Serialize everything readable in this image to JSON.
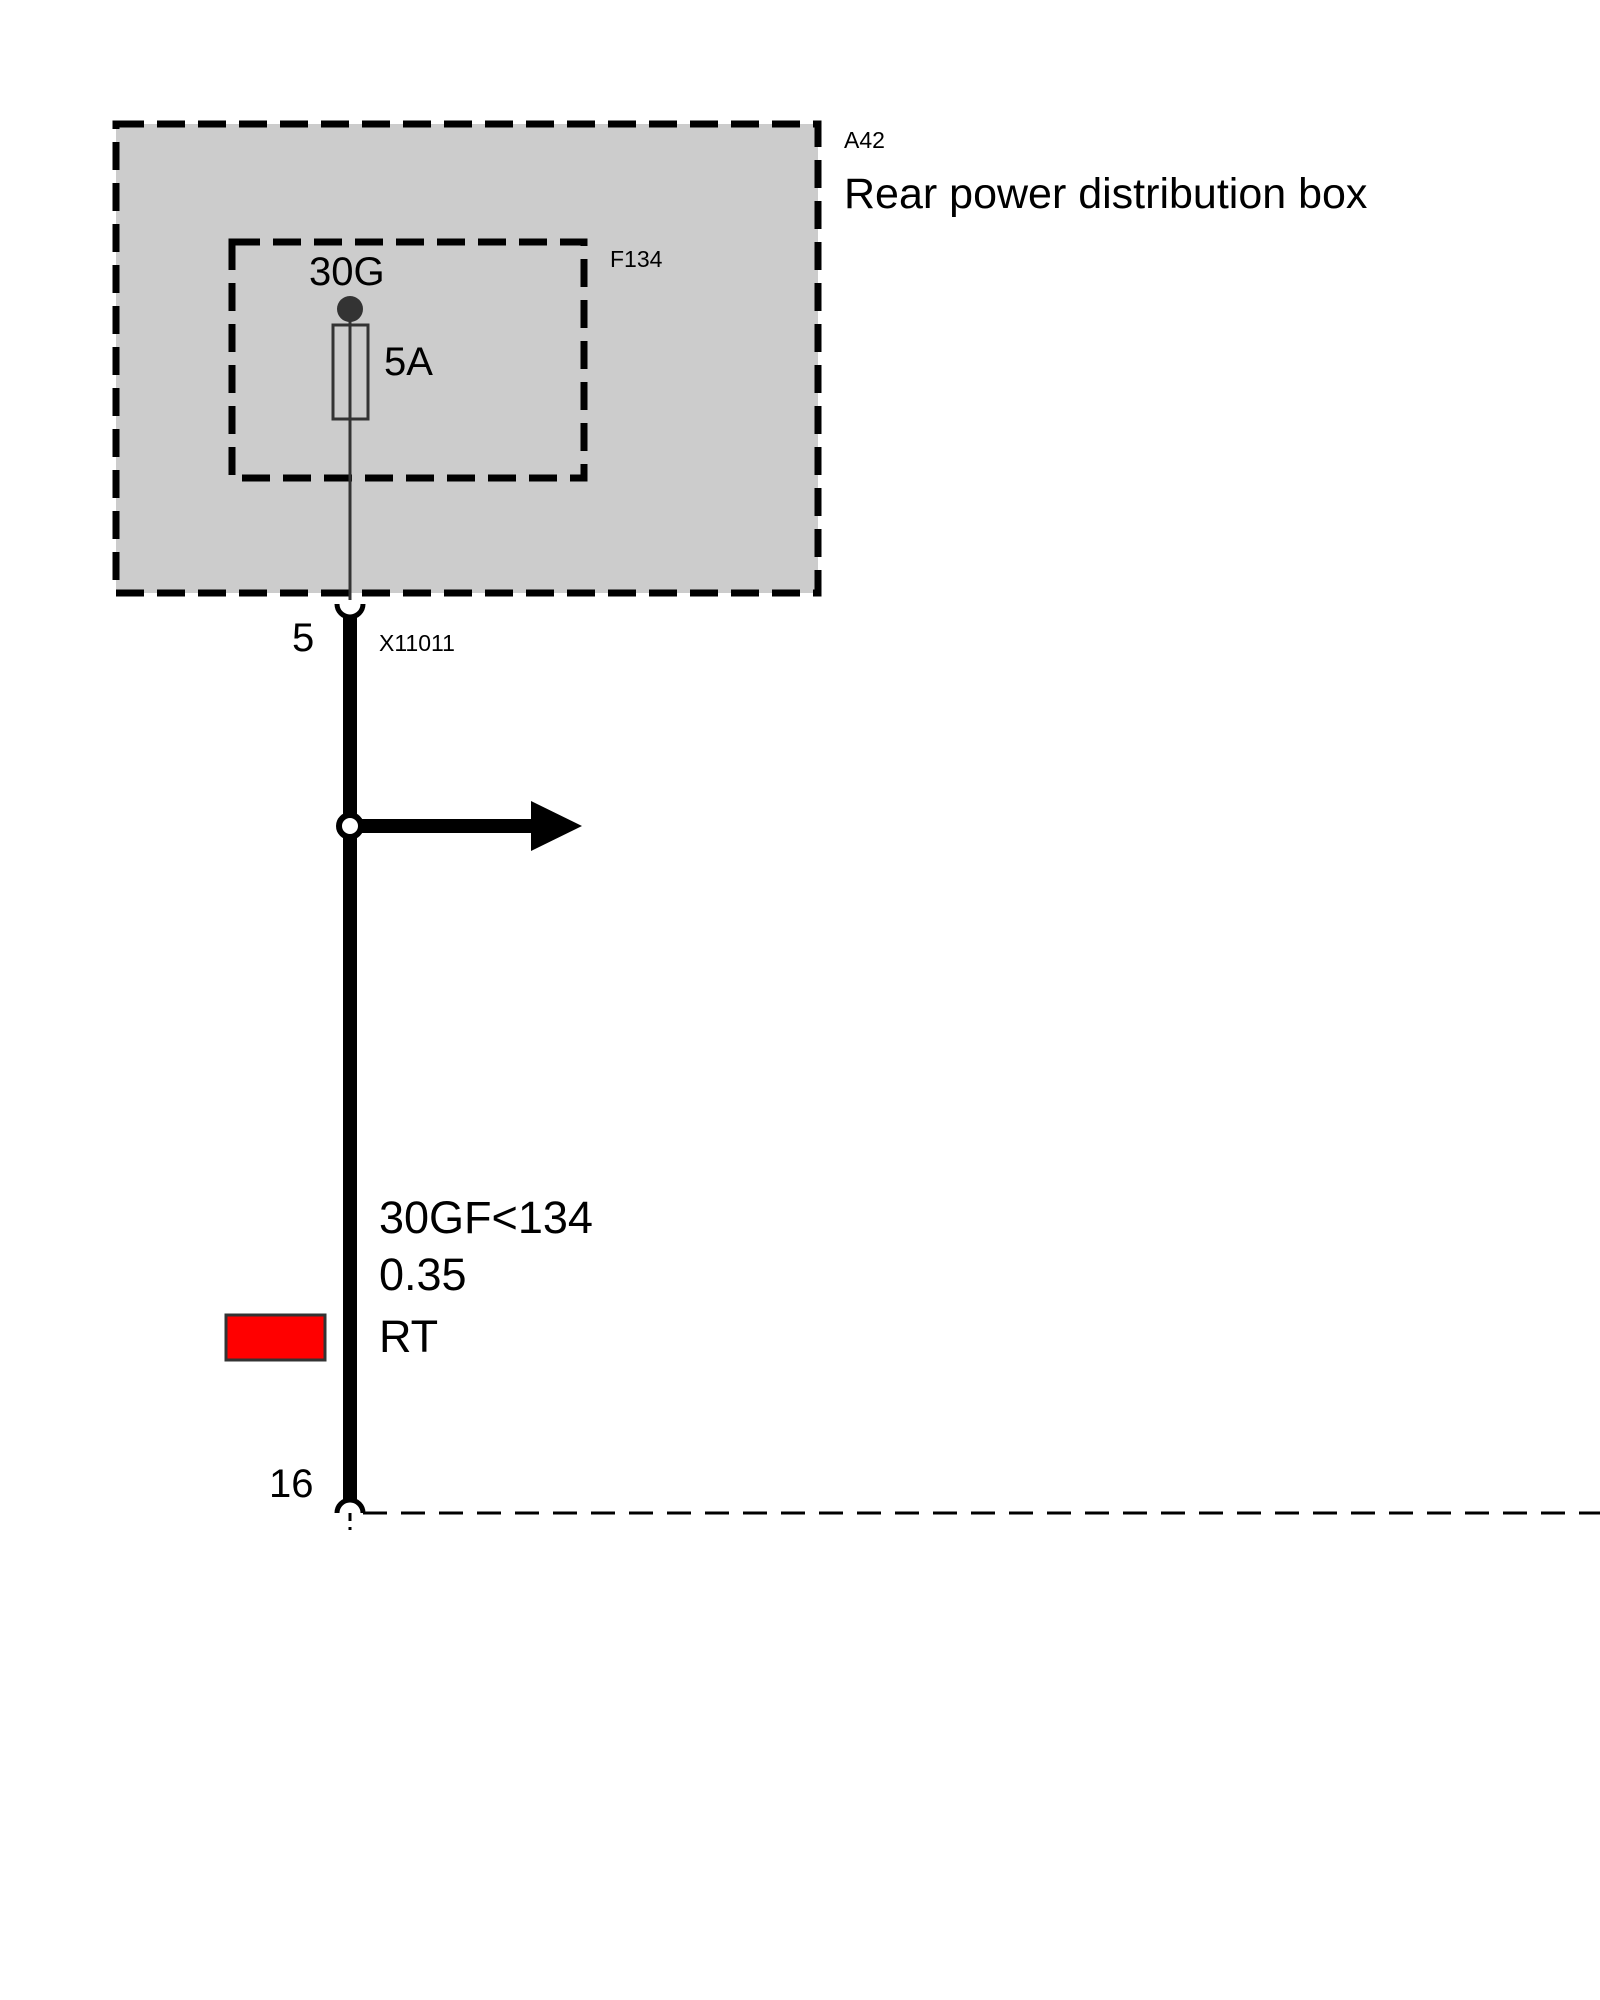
{
  "module": {
    "id": "A42",
    "name": "Rear power distribution box",
    "fill_color": "#cccccc"
  },
  "fuse": {
    "id": "F134",
    "terminal": "30G",
    "rating": "5A"
  },
  "connector_top": {
    "pin": "5",
    "id": "X11011"
  },
  "wire": {
    "signal": "30GF<134",
    "gauge": "0.35",
    "color_code": "RT",
    "color_swatch": "#ff0000"
  },
  "connector_bottom": {
    "pin": "16"
  },
  "branch_arrow": {
    "icon": "arrow-right-icon"
  }
}
